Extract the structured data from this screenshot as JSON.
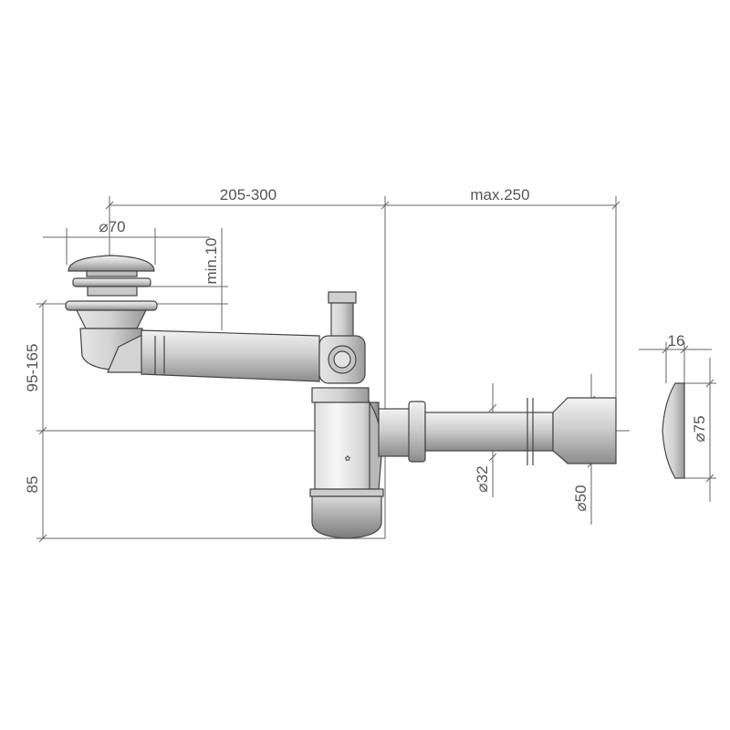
{
  "dimensions": {
    "bowl_to_trap": "205-300",
    "trap_to_wall": "max.250",
    "plug_diameter": "⌀70",
    "min_height": "min.10",
    "height_range": "95-165",
    "trap_height": "85",
    "pipe_diameter": "⌀32",
    "outlet_diameter": "⌀50",
    "rosette_width": "16",
    "rosette_diameter": "⌀75"
  }
}
